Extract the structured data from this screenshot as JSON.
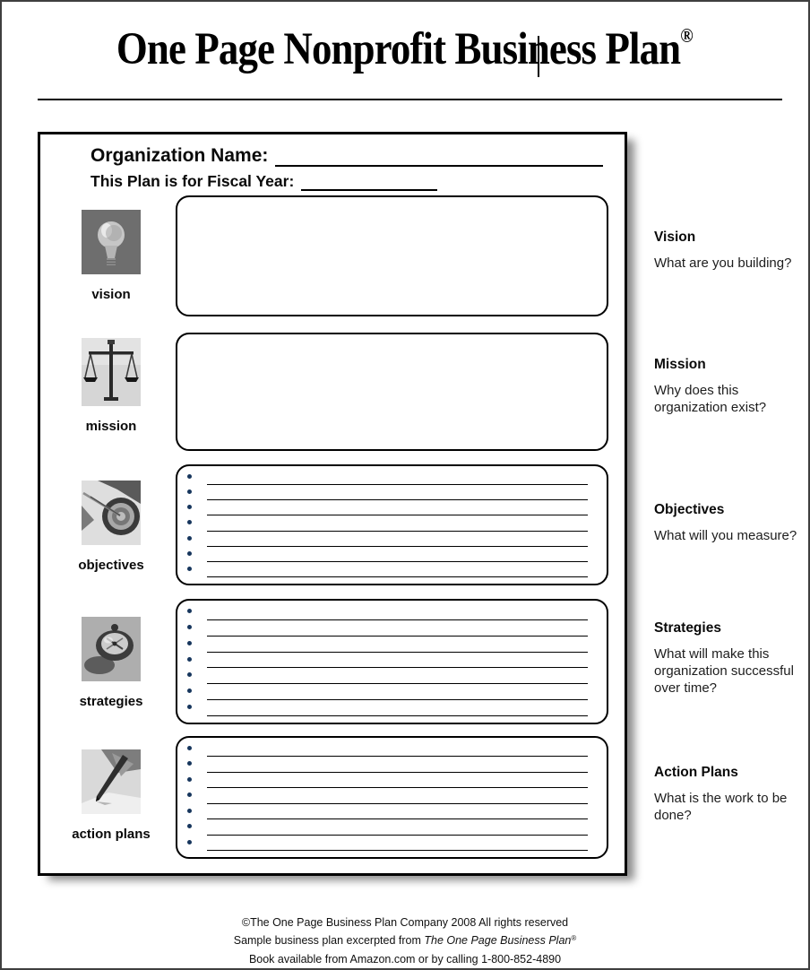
{
  "page": {
    "title": "One Page Nonprofit Business Plan",
    "registered_mark": "®"
  },
  "form": {
    "org_name_label": "Organization Name:",
    "org_name_value": "",
    "fiscal_year_label": "This Plan is for Fiscal Year:",
    "fiscal_year_value": "",
    "sections": [
      {
        "id": "vision",
        "label": "vision",
        "icon": "lightbulb-photo-icon",
        "type": "empty-box",
        "bullet_count": 0
      },
      {
        "id": "mission",
        "label": "mission",
        "icon": "scales-photo-icon",
        "type": "empty-box",
        "bullet_count": 0
      },
      {
        "id": "objectives",
        "label": "objectives",
        "icon": "target-photo-icon",
        "type": "bullet-lines",
        "bullet_count": 7
      },
      {
        "id": "strategies",
        "label": "strategies",
        "icon": "compass-photo-icon",
        "type": "bullet-lines",
        "bullet_count": 7
      },
      {
        "id": "action_plans",
        "label": "action plans",
        "icon": "pen-writing-photo-icon",
        "type": "bullet-lines",
        "bullet_count": 7
      }
    ]
  },
  "sidebar": {
    "notes": [
      {
        "heading": "Vision",
        "question": "What are you building?"
      },
      {
        "heading": "Mission",
        "question": "Why does this organization exist?"
      },
      {
        "heading": "Objectives",
        "question": "What will you measure?"
      },
      {
        "heading": "Strategies",
        "question": "What will make this organization successful over time?"
      },
      {
        "heading": "Action Plans",
        "question": "What is the work to be done?"
      }
    ]
  },
  "footer": {
    "line1": "©The One Page Business Plan Company 2008 All rights reserved",
    "line2_prefix": "Sample business plan excerpted from ",
    "line2_title": "The One Page Business Plan",
    "line2_mark": "®",
    "line3": "Book available from Amazon.com or by calling 1-800-852-4890"
  },
  "colors": {
    "bullet": "#17365d",
    "border": "#000000",
    "frame": "#3f3f3f",
    "shadow": "#8a8a8a"
  }
}
